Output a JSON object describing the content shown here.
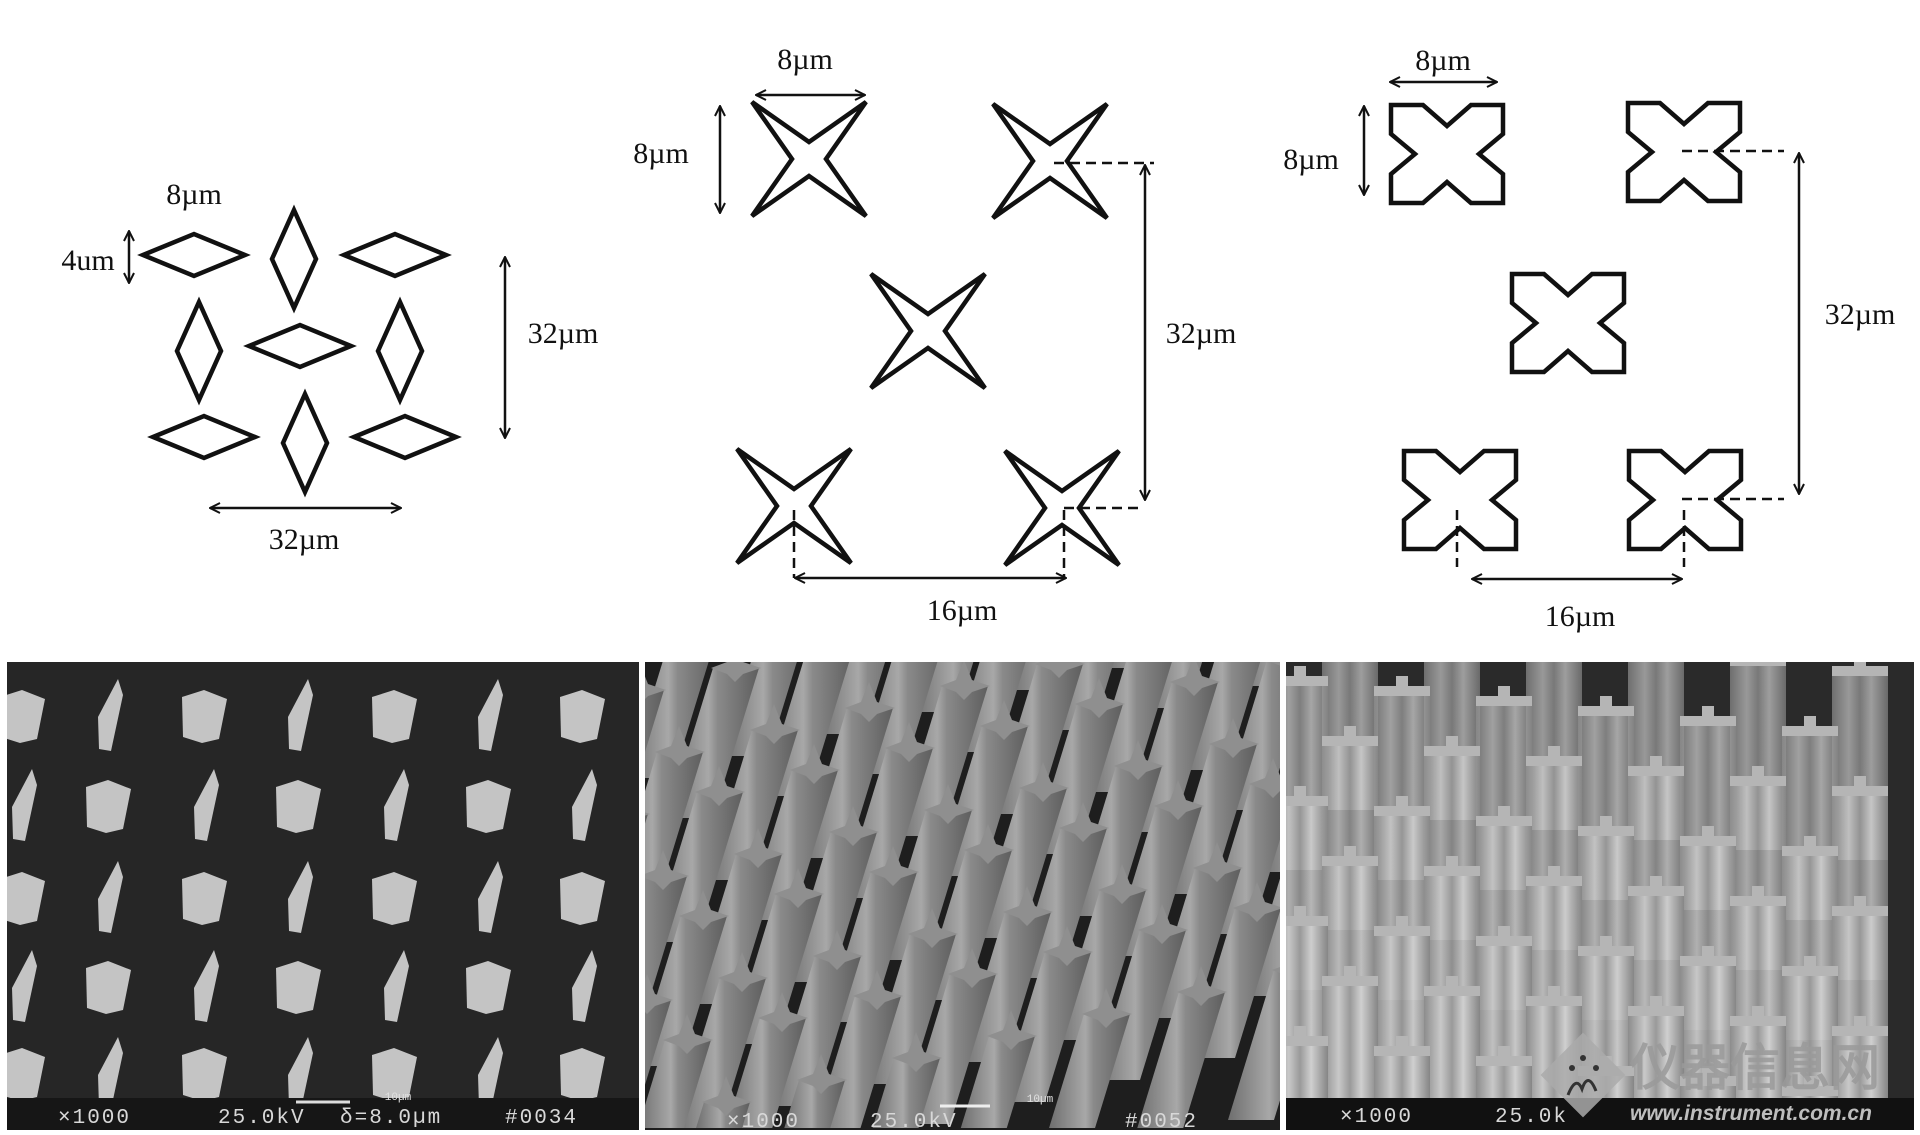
{
  "panel_a": {
    "label_width": "8µm",
    "label_height": "4um",
    "label_pitch_vertical": "32µm",
    "label_pitch_horizontal": "32µm"
  },
  "panel_b": {
    "label_width": "8µm",
    "label_height": "8µm",
    "label_pitch_vertical": "32µm",
    "label_pitch_horizontal": "16µm"
  },
  "panel_c": {
    "label_width": "8µm",
    "label_height": "8µm",
    "label_pitch_vertical": "32µm",
    "label_pitch_horizontal": "16µm"
  },
  "sem": [
    {
      "magnification": "×1000",
      "voltage": "25.0kV",
      "scale_bar": "10µm",
      "spacing": "δ=8.0µm",
      "image_no": "#0034"
    },
    {
      "magnification": "×1000",
      "voltage": "25.0kV",
      "scale_bar": "10µm",
      "image_no": "#0052"
    },
    {
      "magnification": "×1000",
      "voltage": "25.0k"
    }
  ],
  "watermark": {
    "logo_text": "仪器信息网",
    "url": "www.instrument.com.cn"
  },
  "colors": {
    "line": "#111111",
    "sem_background": "#262626",
    "sem_feature": "#c4c4c4"
  }
}
